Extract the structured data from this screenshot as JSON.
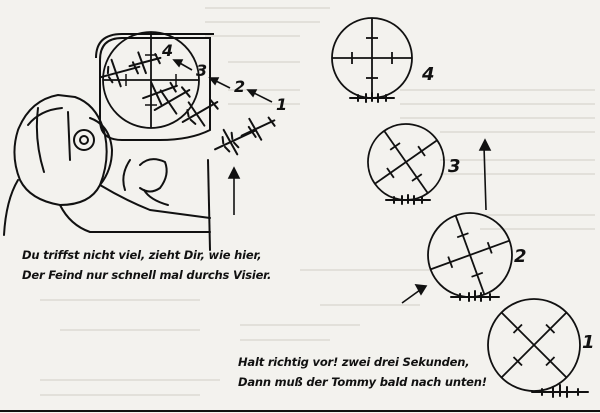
{
  "captions": {
    "left": {
      "line1": "Du triffst nicht viel, zieht Dir, wie hier,",
      "line2": "Der Feind nur schnell mal durchs Visier."
    },
    "right": {
      "line1": "Halt richtig vor! zwei drei Sekunden,",
      "line2": "Dann muß der Tommy bald nach unten!"
    }
  },
  "sight_numbers": {
    "left": [
      "1",
      "2",
      "3",
      "4"
    ],
    "right": [
      "4",
      "3",
      "2",
      "1"
    ]
  },
  "colors": {
    "paper": "#f3f2ee",
    "ink": "#111111"
  }
}
